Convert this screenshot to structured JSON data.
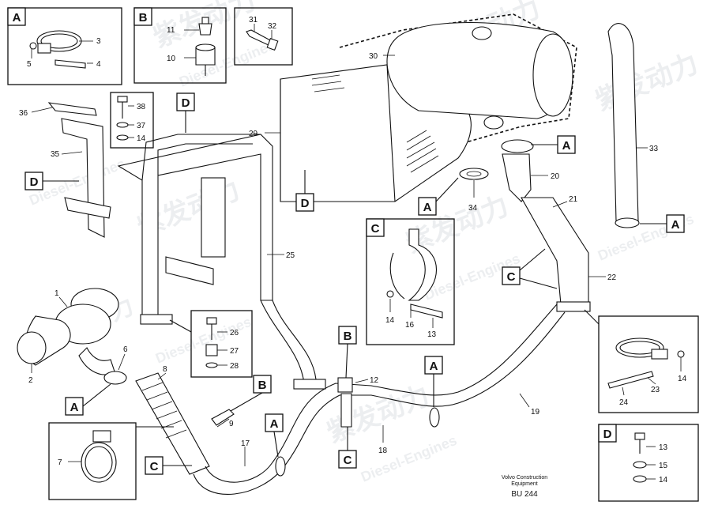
{
  "watermarks": {
    "brand": "紫发动力",
    "sub": "Diesel-Engines"
  },
  "insets": {
    "A_top": {
      "label": "A",
      "items": [
        "3",
        "5",
        "4"
      ]
    },
    "B_top": {
      "label": "B",
      "items": [
        "11",
        "10"
      ]
    },
    "center": {
      "items": [
        "31",
        "32"
      ]
    },
    "B_left": {
      "items": [
        "38",
        "37",
        "14"
      ]
    },
    "C_mid": {
      "label": "C",
      "items": [
        "14",
        "16",
        "13"
      ]
    },
    "A_right": {
      "items": [
        "14",
        "23",
        "24"
      ]
    },
    "D_right": {
      "label": "D",
      "items": [
        "13",
        "15",
        "14"
      ]
    },
    "A_bottom": {
      "items": [
        "7"
      ]
    },
    "D_mid": {
      "items": [
        "26",
        "27",
        "28"
      ]
    }
  },
  "callouts": [
    "36",
    "35",
    "30",
    "29",
    "25",
    "33",
    "20",
    "21",
    "22",
    "34",
    "1",
    "2",
    "6",
    "8",
    "9",
    "12",
    "17",
    "18",
    "19"
  ],
  "tags": [
    "D",
    "D",
    "D",
    "A",
    "A",
    "A",
    "C",
    "A",
    "B",
    "A",
    "C",
    "B",
    "C",
    "A"
  ],
  "footer": {
    "line1": "Volvo Construction",
    "line2": "Equipment",
    "code": "BU 244"
  }
}
